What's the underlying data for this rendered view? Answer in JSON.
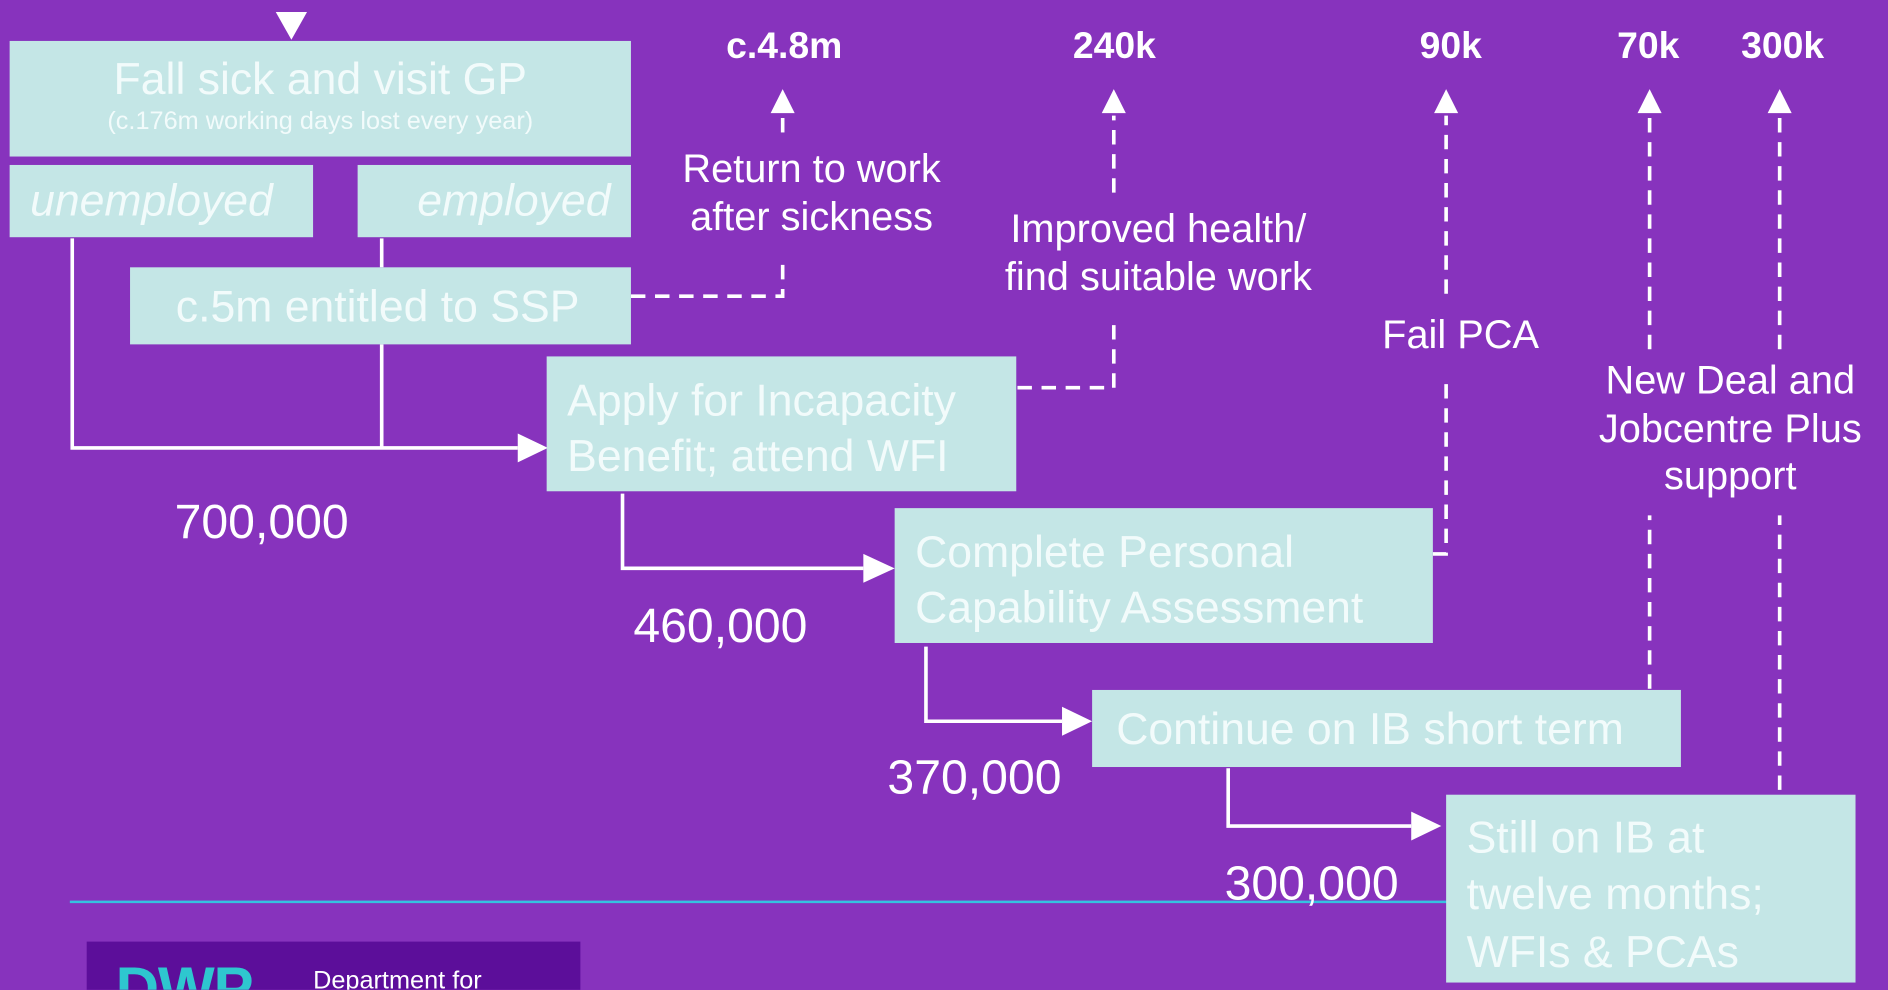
{
  "flow": {
    "fall_sick_title": "Fall sick and visit GP",
    "fall_sick_note": "(c.176m working days lost every year)",
    "unemployed": "unemployed",
    "employed": "employed",
    "ssp": "c.5m entitled to SSP",
    "apply_ib_1": "Apply for Incapacity",
    "apply_ib_2": "Benefit; attend WFI",
    "pca_1": "Complete Personal",
    "pca_2": "Capability Assessment",
    "ib_short": "Continue on IB short term",
    "ib_12m_1": "Still on IB at",
    "ib_12m_2": "twelve months;",
    "ib_12m_3": "WFIs & PCAs"
  },
  "counts": {
    "c1": "700,000",
    "c2": "460,000",
    "c3": "370,000",
    "c4": "300,000"
  },
  "exits": {
    "rtw_1": "Return to work",
    "rtw_2": "after sickness",
    "improved_1": "Improved health/",
    "improved_2": "find suitable work",
    "fail_pca": "Fail PCA",
    "nd_1": "New Deal and",
    "nd_2": "Jobcentre Plus",
    "nd_3": "support"
  },
  "stats": {
    "s1": "c.4.8m",
    "s2": "240k",
    "s3": "90k",
    "s4": "70k",
    "s5": "300k"
  },
  "footer": {
    "logo": "DWP",
    "department": "Department for"
  },
  "colors": {
    "background": "#8733bd",
    "box": "#c4e6e6",
    "rule": "#35c1e0",
    "logo_accent": "#2ec7cf"
  }
}
